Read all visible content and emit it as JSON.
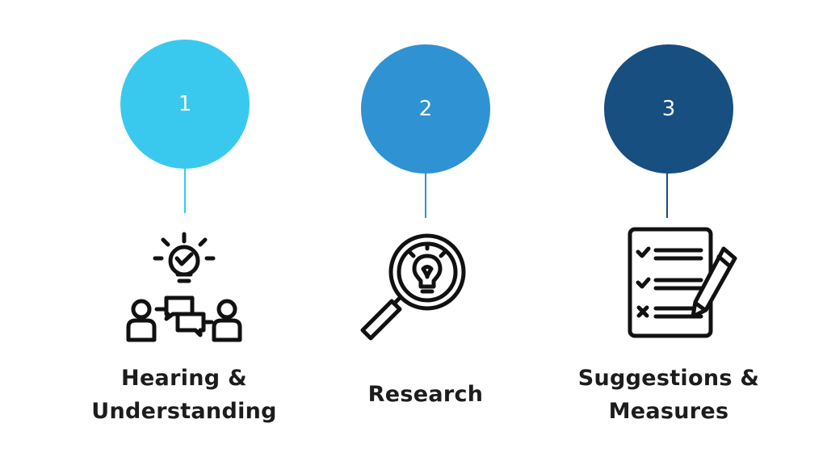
{
  "steps": [
    {
      "number": "1",
      "label_lines": [
        "Hearing &",
        "Understanding"
      ],
      "color": "#3ac9ee",
      "line_color": "#3ac9ee",
      "icon": "idea-discussion-icon"
    },
    {
      "number": "2",
      "label_lines": [
        "Research"
      ],
      "color": "#2e92d3",
      "line_color": "#2e92d3",
      "icon": "magnifier-lightbulb-icon"
    },
    {
      "number": "3",
      "label_lines": [
        "Suggestions &",
        "Measures"
      ],
      "color": "#164f80",
      "line_color": "#164f80",
      "icon": "checklist-pencil-icon"
    }
  ]
}
